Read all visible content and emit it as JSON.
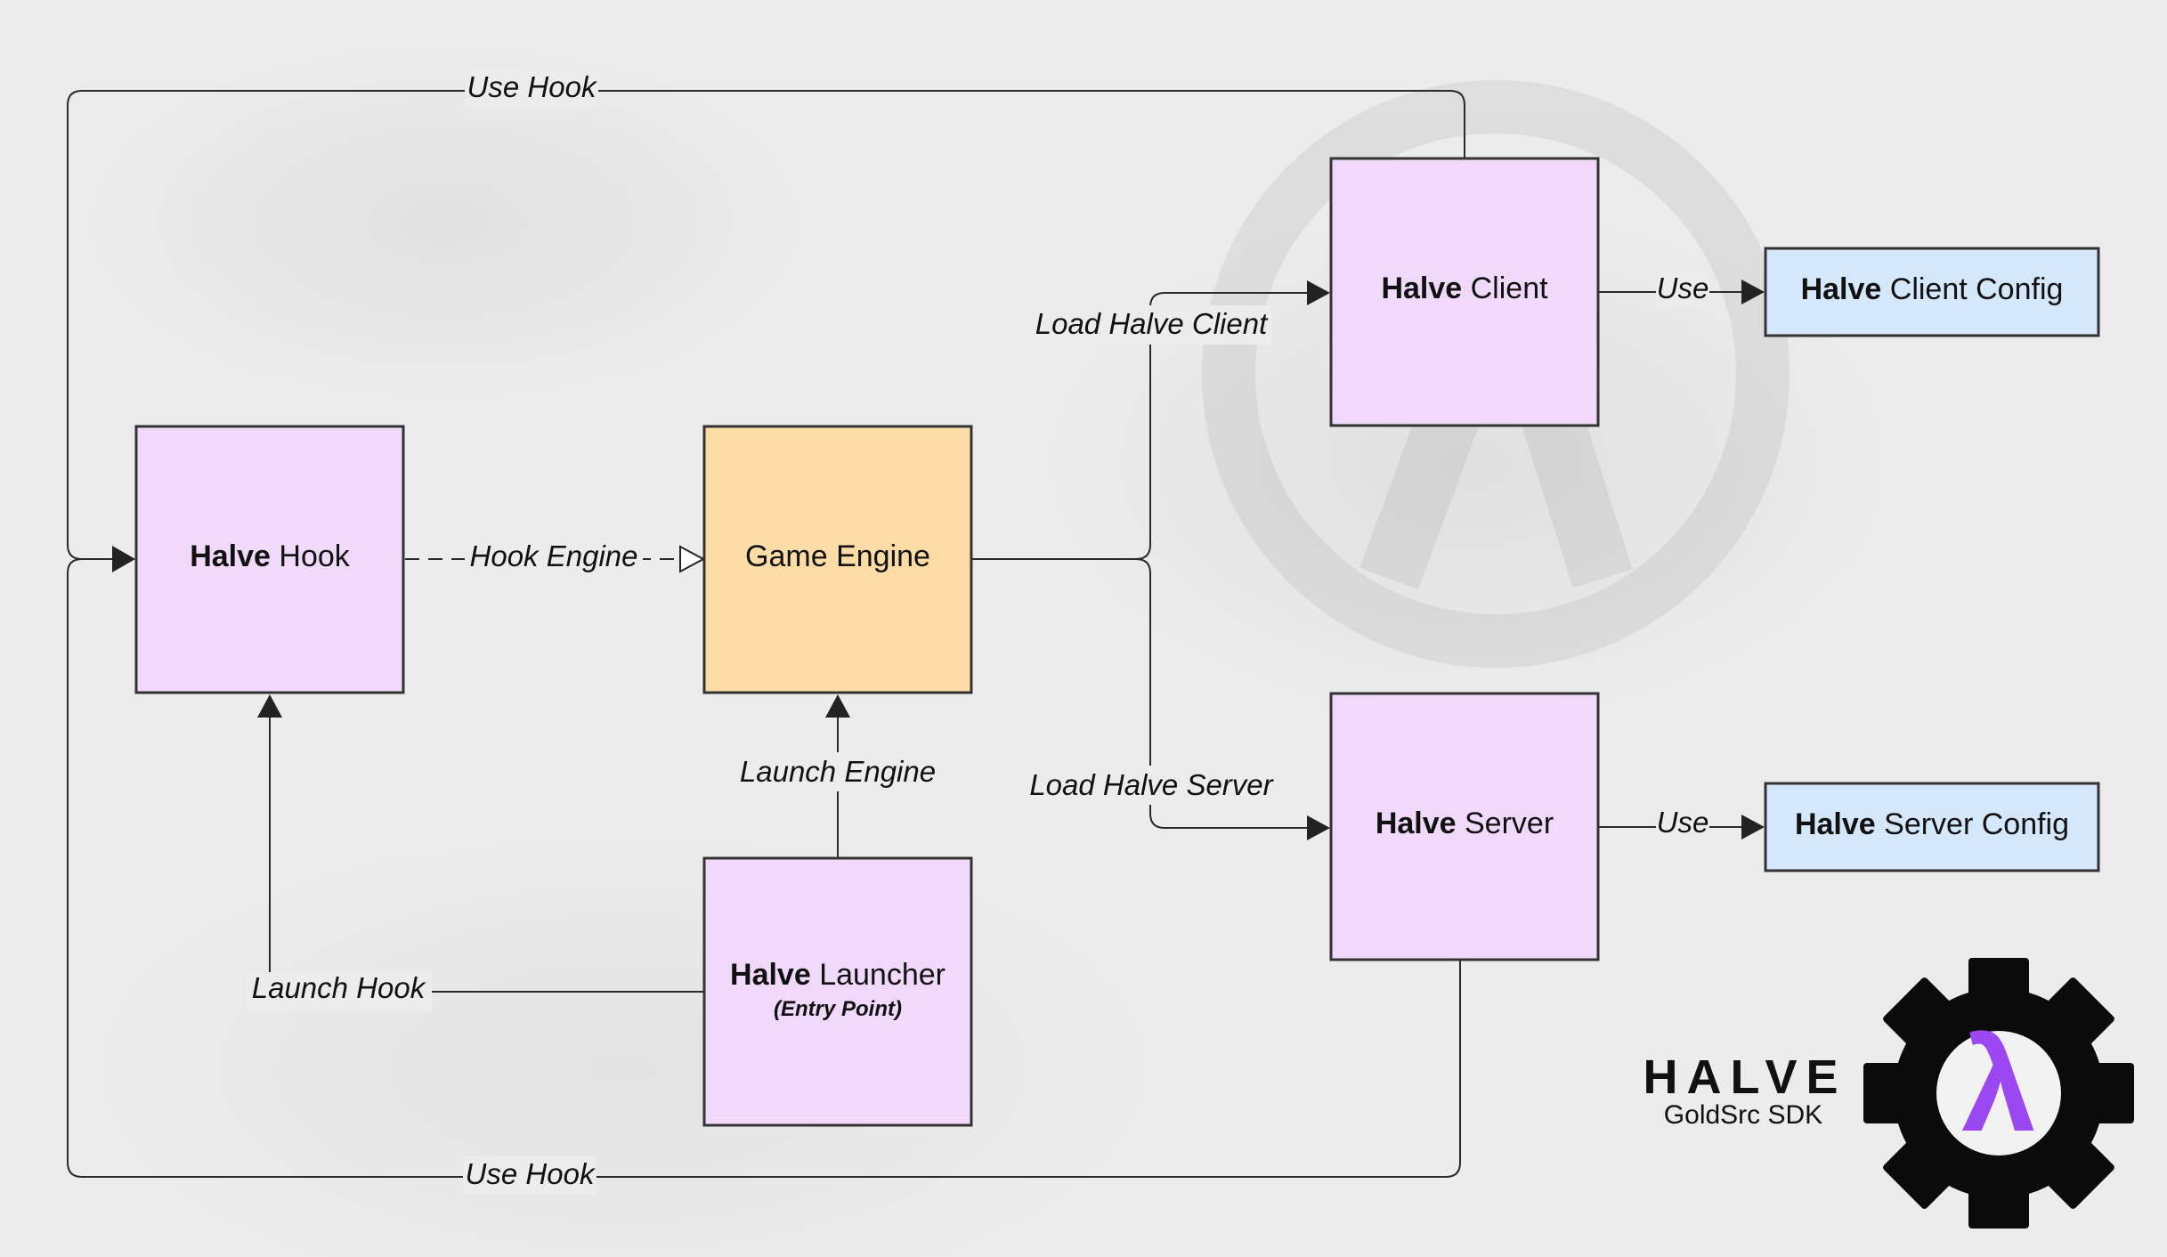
{
  "nodes": {
    "hook": {
      "bold": "Halve",
      "rest": " Hook"
    },
    "engine": {
      "text": "Game Engine"
    },
    "client": {
      "bold": "Halve",
      "rest": " Client"
    },
    "server": {
      "bold": "Halve",
      "rest": " Server"
    },
    "launcher": {
      "bold": "Halve",
      "rest": " Launcher",
      "sub": "(Entry Point)"
    },
    "client_config": {
      "bold": "Halve",
      "rest": " Client Config"
    },
    "server_config": {
      "bold": "Halve",
      "rest": " Server Config"
    }
  },
  "edges": {
    "use_hook_top": "Use Hook",
    "use_hook_bottom": "Use Hook",
    "hook_engine": "Hook Engine",
    "load_client": "Load Halve Client",
    "load_server": "Load Halve Server",
    "launch_engine": "Launch Engine",
    "launch_hook": "Launch Hook",
    "use_client": "Use",
    "use_server": "Use"
  },
  "logo": {
    "title": "HALVE",
    "subtitle": "GoldSrc SDK",
    "glyph": "λ"
  },
  "colors": {
    "purple_node": "#f1d9fb",
    "orange_node": "#fddca6",
    "blue_node": "#d4e7fb",
    "lambda": "#9b48f2"
  }
}
